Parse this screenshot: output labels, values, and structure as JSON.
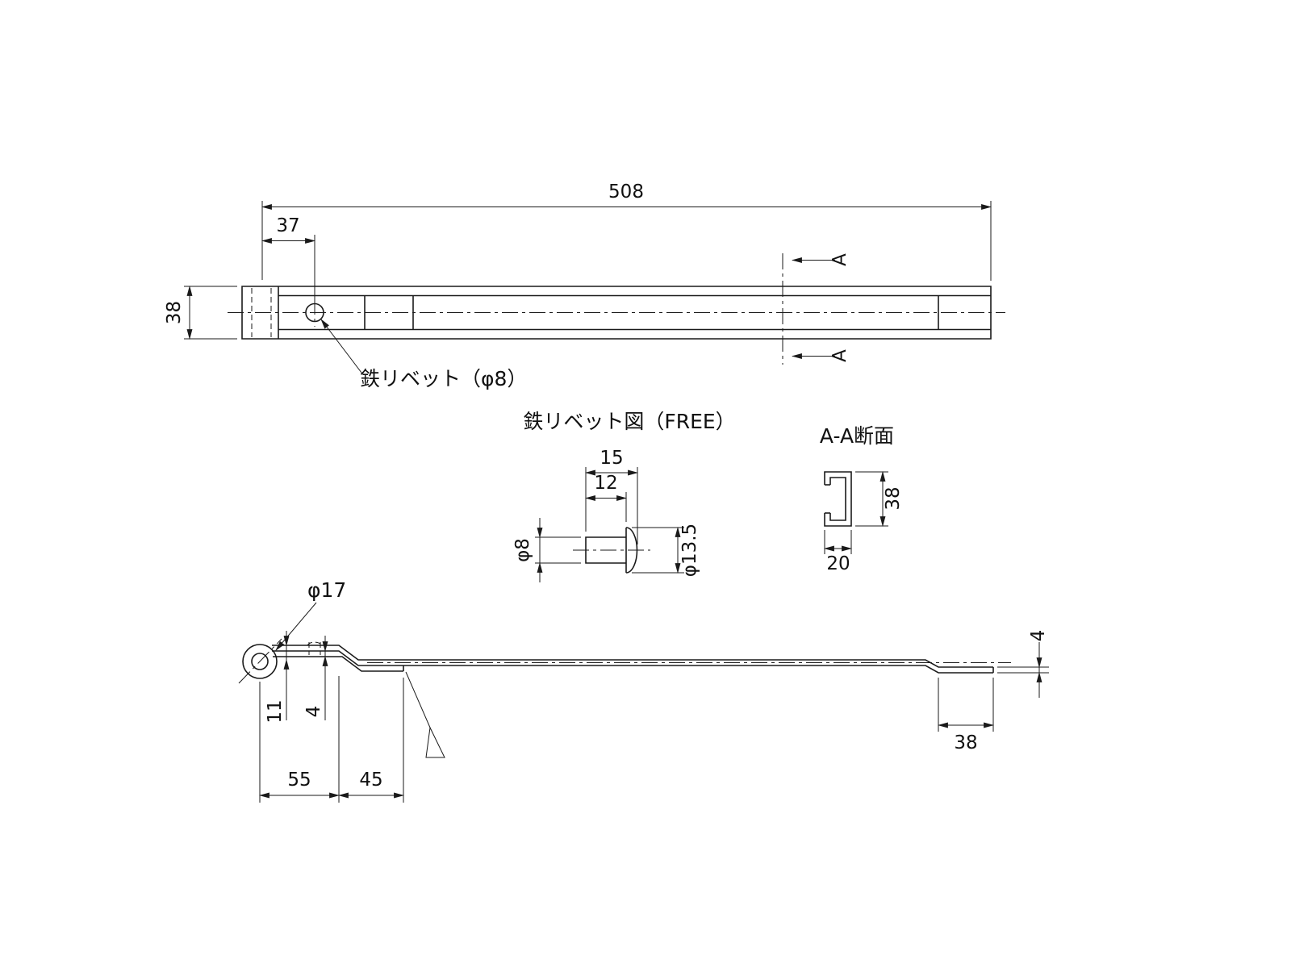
{
  "page": {
    "background": "#ffffff",
    "line_color": "#1a1a1a"
  },
  "top_view": {
    "dim_overall_length": "508",
    "dim_rivet_position": "37",
    "dim_width": "38",
    "rivet_callout": "鉄リベット（φ8）",
    "section_label": "A"
  },
  "rivet_detail": {
    "title": "鉄リベット図（FREE）",
    "dim_overall_length": "15",
    "dim_shank_length": "12",
    "dim_shank_diameter": "φ8",
    "dim_head_diameter": "φ13.5"
  },
  "section_aa": {
    "title": "A-A断面",
    "dim_height": "38",
    "dim_width": "20"
  },
  "side_view": {
    "ring_diameter": "φ17",
    "dim_hook_height": "11",
    "dim_plate_thickness": "4",
    "dim_span_a": "55",
    "dim_span_b": "45",
    "dim_end_flat": "38",
    "dim_end_offset": "4"
  }
}
